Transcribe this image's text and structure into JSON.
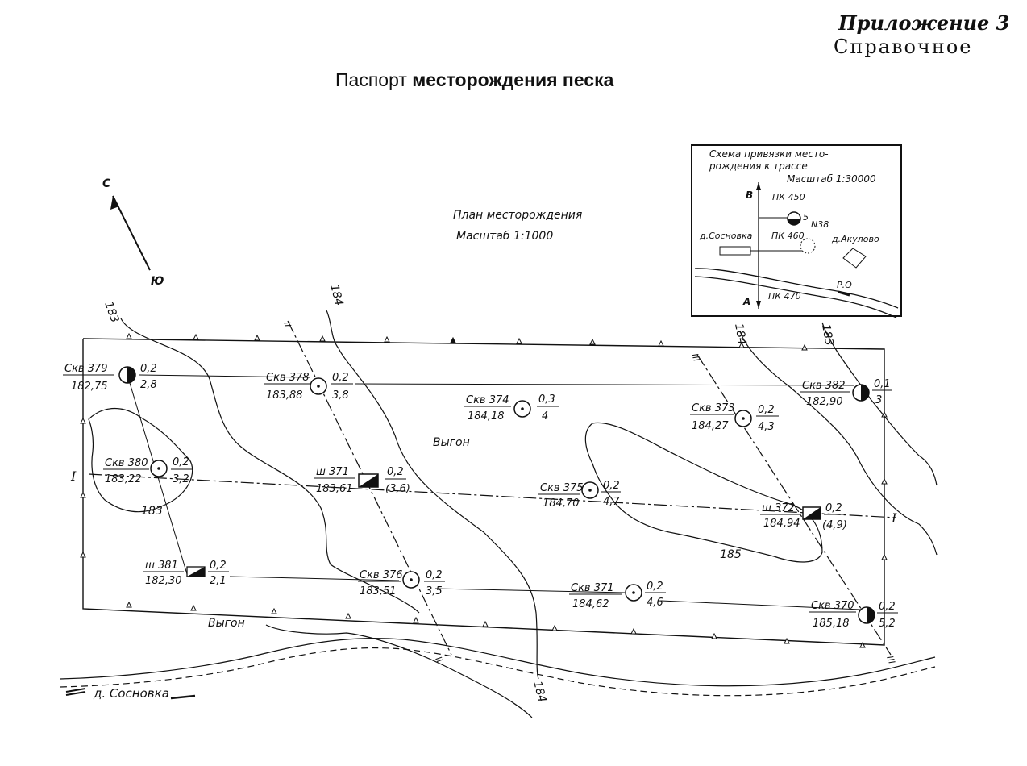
{
  "header": {
    "appendix": "Приложение 3",
    "appendix_note": "Справочное",
    "title_plain": "Паспорт",
    "title_bold": "месторождения песка"
  },
  "plan": {
    "title": "План месторождения",
    "scale": "Масштаб   1:1000"
  },
  "north_arrow": {
    "north": "С",
    "south": "Ю"
  },
  "inset": {
    "title_line1": "Схема привязки место-",
    "title_line2": "рождения к трассе",
    "scale": "Масштаб 1:30000",
    "direction_north": "В",
    "direction_south": "А",
    "pk_450": "ПК 450",
    "pk_460": "ПК 460",
    "pk_470": "ПК 470",
    "village_left": "д.Сосновка",
    "village_right": "д.Акулово",
    "deposit_number": "5",
    "deposit_code": "N38",
    "river": "Р.О"
  },
  "contours": {
    "c183_top": "183",
    "c184_top": "184",
    "c184_right": "184",
    "c183_right": "183",
    "c183_left": "183",
    "c185": "185",
    "c184_bottom": "184"
  },
  "section_marks": {
    "I_left": "I",
    "I_right": "I",
    "II_top": "II",
    "II_bottom": "II",
    "III_top": "III",
    "III_bottom": "III"
  },
  "wells": [
    {
      "name": "Скв 379",
      "elev": "182,75",
      "top": "0,2",
      "bottom": "2,8"
    },
    {
      "name": "Скв 378",
      "elev": "183,88",
      "top": "0,2",
      "bottom": "3,8"
    },
    {
      "name": "Скв 374",
      "elev": "184,18",
      "top": "0,3",
      "bottom": "4"
    },
    {
      "name": "Скв 373",
      "elev": "184,27",
      "top": "0,2",
      "bottom": "4,3"
    },
    {
      "name": "Скв 382",
      "elev": "182,90",
      "top": "0,1",
      "bottom": "3"
    },
    {
      "name": "Скв 380",
      "elev": "183,22",
      "top": "0,2",
      "bottom": "3,2"
    },
    {
      "name": "ш 371",
      "elev": "183,61",
      "top": "0,2",
      "bottom": "(3,6)"
    },
    {
      "name": "Скв 375",
      "elev": "184,70",
      "top": "0,2",
      "bottom": "4,7"
    },
    {
      "name": "ш 372",
      "elev": "184,94",
      "top": "0,2",
      "bottom": "(4,9)"
    },
    {
      "name": "ш 381",
      "elev": "182,30",
      "top": "0,2",
      "bottom": "2,1"
    },
    {
      "name": "Скв 376",
      "elev": "183,51",
      "top": "0,2",
      "bottom": "3,5"
    },
    {
      "name": "Скв 371",
      "elev": "184,62",
      "top": "0,2",
      "bottom": "4,6"
    },
    {
      "name": "Скв 370",
      "elev": "185,18",
      "top": "0,2",
      "bottom": "5,2"
    }
  ],
  "labels": {
    "pasture_center": "Выгон",
    "pasture_bottom": "Выгон",
    "village_bottom": "д. Сосновка"
  }
}
